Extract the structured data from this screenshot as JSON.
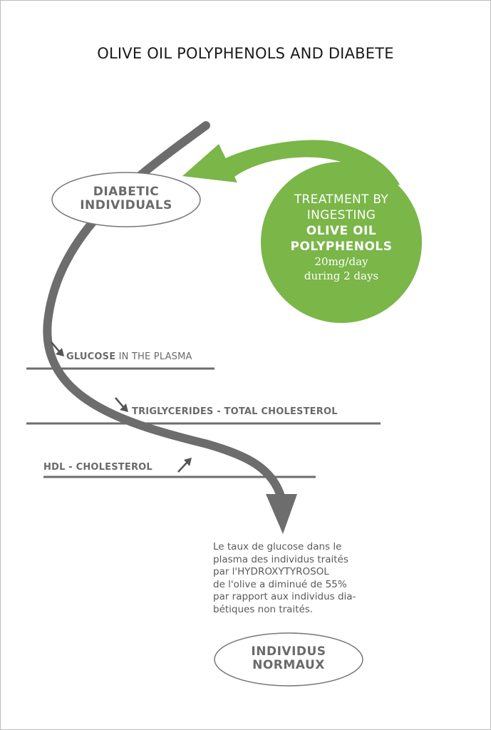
{
  "title": "OLIVE OIL POLYPHENOLS AND DIABETE",
  "diabetic_oval": {
    "line1": "DIABETIC",
    "line2": "INDIVIDUALS"
  },
  "treatment_circle": {
    "line1": "TREATMENT BY",
    "line2": "INGESTING",
    "line3": "OLIVE OIL",
    "line4": "POLYPHENOLS",
    "line5": "20mg/day",
    "line6": "during 2 days"
  },
  "markers": {
    "glucose": {
      "bold": "GLUCOSE",
      "rest": " IN THE PLASMA",
      "direction": "down"
    },
    "triglycerides": {
      "bold": "TRIGLYCERIDES - TOTAL CHOLESTEROL",
      "direction": "down"
    },
    "hdl": {
      "bold": "HDL - CHOLESTEROL",
      "direction": "up"
    }
  },
  "note_lines": [
    "Le taux de glucose dans le",
    "plasma des individus traités",
    "par l'HYDROXYTYROSOL",
    "de l'olive a diminué de 55%",
    "par rapport aux individus dia-",
    "bétiques non traités."
  ],
  "normal_oval": {
    "line1": "INDIVIDUS",
    "line2": "NORMAUX"
  },
  "colors": {
    "green": "#7ab648",
    "gray": "#6d6d6d",
    "oval_border": "#777777"
  }
}
